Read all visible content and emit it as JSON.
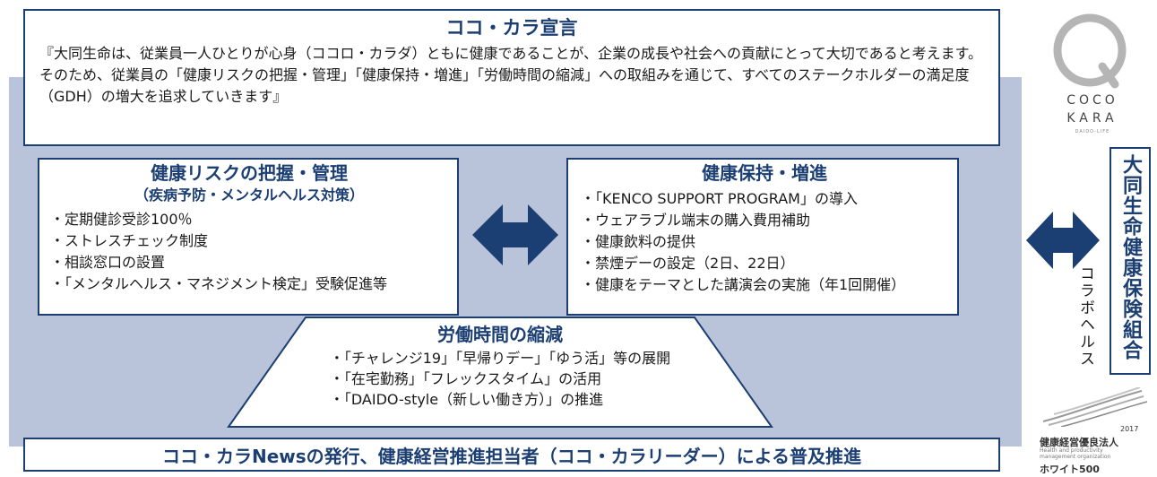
{
  "declaration": {
    "title": "ココ・カラ宣言",
    "lines": [
      "『大同生命は、従業員一人ひとりが心身（ココロ・カラダ）ともに健康であることが、企業の成長や社会への貢献にとって大切であると考えます。",
      "そのため、従業員の「健康リスクの把握・管理」「健康保持・増進」「労働時間の縮減」への取組みを通じて、すべてのステークホルダーの満足度（GDH）の増大を追求していきます』"
    ]
  },
  "risk": {
    "title": "健康リスクの把握・管理",
    "subtitle": "（疾病予防・メンタルヘルス対策）",
    "items": [
      "・定期健診受診100％",
      "・ストレスチェック制度",
      "・相談窓口の設置",
      "・「メンタルヘルス・マネジメント検定」受験促進等"
    ]
  },
  "promotion": {
    "title": "健康保持・増進",
    "items": [
      "・「KENCO SUPPORT PROGRAM」の導入",
      "・ウェアラブル端末の購入費用補助",
      "・健康飲料の提供",
      "・禁煙デーの設定（2日、22日）",
      "・健康をテーマとした講演会の実施（年1回開催）"
    ]
  },
  "hours": {
    "title": "労働時間の縮減",
    "items": [
      "・「チャレンジ19」「早帰りデー」「ゆう活」等の展開",
      "・「在宅勤務」「フレックスタイム」の活用",
      "・「DAIDO-style（新しい働き方）」の推進"
    ]
  },
  "news_bar": "ココ・カラNewsの発行、健康経営推進担当者（ココ・カラリーダー）による普及推進",
  "collab": "コラボヘルス",
  "union": "大同生命健康保険組合",
  "coco_logo": {
    "line1": "COCO",
    "line2": "KARA",
    "line3": "DAIDO-LIFE"
  },
  "badge": {
    "year": "2017",
    "title": "健康経営優良法人",
    "sub1": "Health and productivity",
    "sub2": "management organization",
    "rank": "ホワイト500"
  },
  "colors": {
    "navy": "#1c3f73",
    "band": "#b9c3da",
    "logo_gray": "#b5b5b5"
  },
  "icons": [
    "double-arrow-icon",
    "coco-kara-logo-icon",
    "white500-badge-icon"
  ]
}
